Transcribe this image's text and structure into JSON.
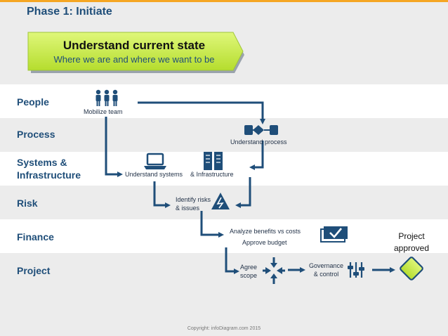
{
  "header": {
    "phase_title": "Phase 1: Initiate"
  },
  "callout": {
    "title": "Understand current state",
    "subtitle": "Where we are and where we want to be"
  },
  "lanes": {
    "people": "People",
    "process": "Process",
    "systems_line1": "Systems &",
    "systems_line2": "Infrastructure",
    "risk": "Risk",
    "finance": "Finance",
    "project": "Project"
  },
  "steps": {
    "mobilize": "Mobilize team",
    "understand_process": "Understand process",
    "understand_systems": "Understand systems",
    "infrastructure": "& Infrastructure",
    "risks_line1": "Identify risks",
    "risks_line2": "& issues",
    "analyze": "Analyze benefits vs costs",
    "approve_budget": "Approve budget",
    "agree_line1": "Agree",
    "agree_line2": "scope",
    "gov_line1": "Governance",
    "gov_line2": "& control"
  },
  "end": {
    "line1": "Project",
    "line2": "approved"
  },
  "footer": {
    "copyright": "Copyright: infoDiagram.com 2015"
  },
  "colors": {
    "accent": "#1f4e79",
    "callout_green": "#c9ee4a",
    "end_diamond": "#c9ee4a",
    "top_bar": "#f5a623"
  },
  "icons": [
    "team-icon",
    "process-flow-icon",
    "laptop-icon",
    "server-icon",
    "warning-icon",
    "approve-check-icon",
    "merge-arrows-icon",
    "sliders-icon",
    "diamond-end-icon"
  ]
}
